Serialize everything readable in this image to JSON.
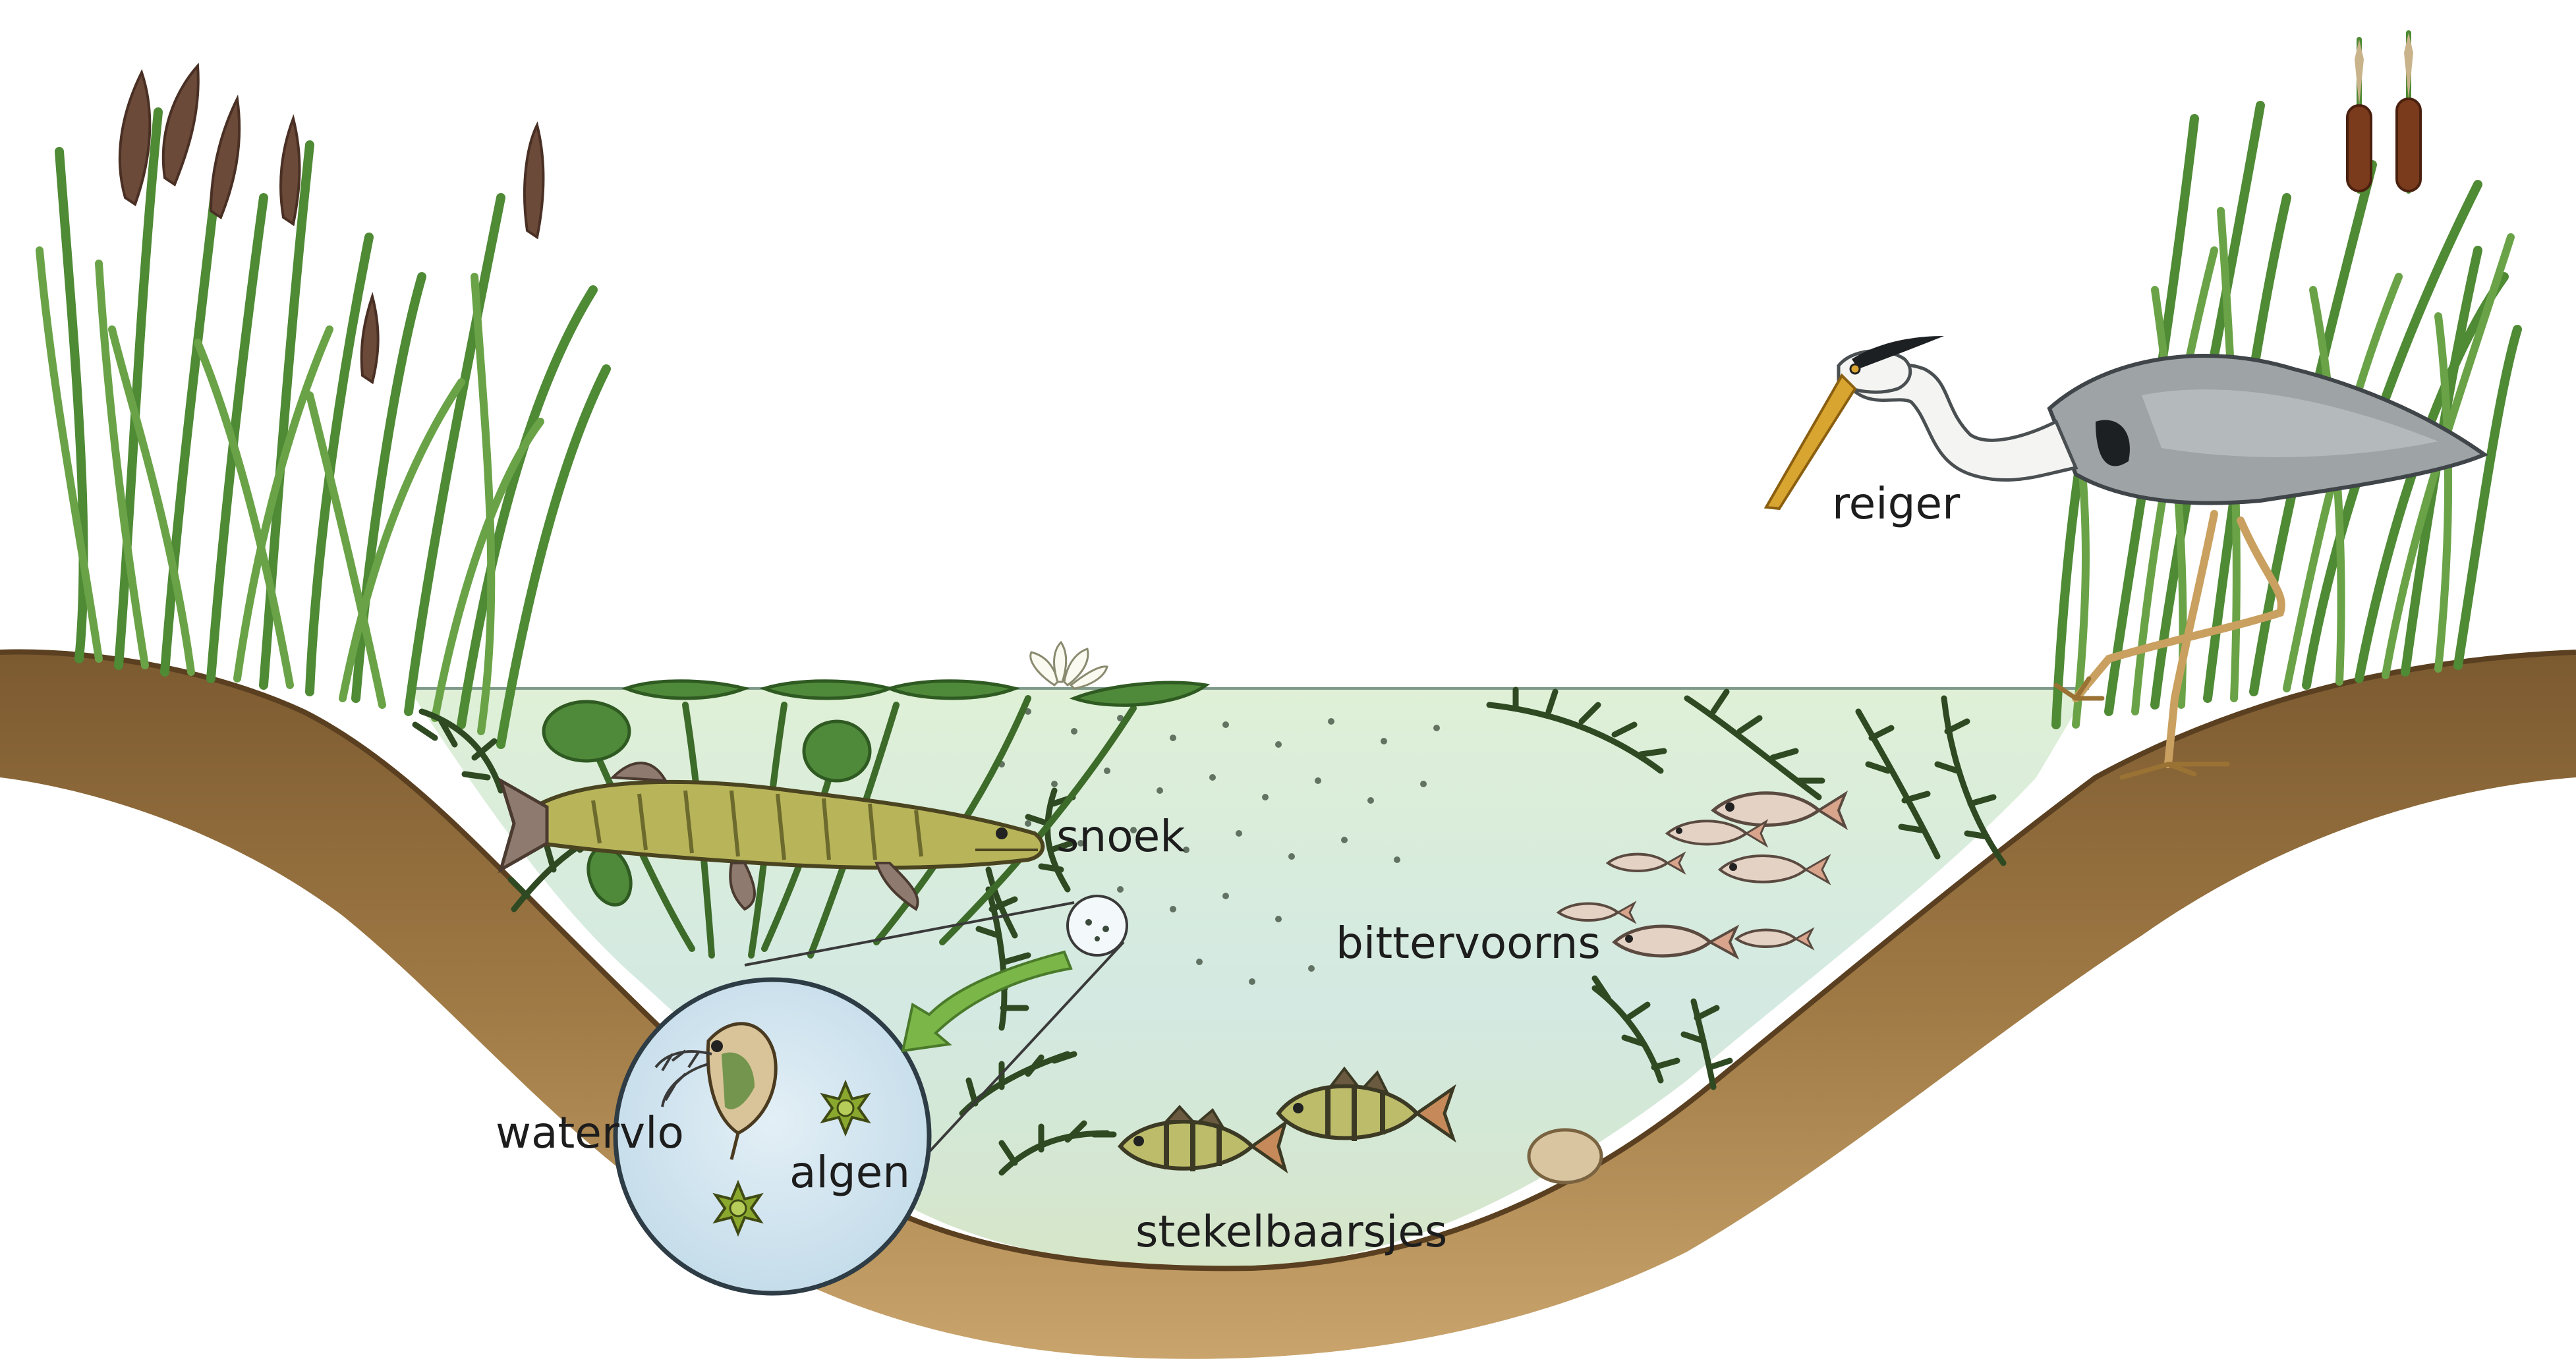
{
  "labels": {
    "reiger": "reiger",
    "snoek": "snoek",
    "bittervoorns": "bittervoorns",
    "watervlo": "watervlo",
    "algen": "algen",
    "stekelbaarsjes": "stekelbaarsjes"
  },
  "colors": {
    "soil": "#8b6a3e",
    "soil_light": "#c19a5c",
    "water": "#d8ecdc",
    "water_deep": "#d6e9ea",
    "reed": "#5d8f3c",
    "reed_dark": "#3f6b29",
    "waterweed": "#2f4a22",
    "lily_pad": "#4f8a3a",
    "arrow": "#7ab648",
    "fish_green": "#a8a94a",
    "fish_dark": "#3c3a24",
    "heron_grey": "#9ea3a6",
    "heron_beak": "#d9a531",
    "cattail": "#7a3a1c",
    "magnifier": "#cfe3ee"
  },
  "icons": {
    "heron": "heron-icon",
    "pike": "pike-icon",
    "bitterling": "bitterling-icon",
    "stickleback": "stickleback-icon",
    "water-flea": "water-flea-icon",
    "algae": "algae-icon",
    "arrow": "green-arrow-icon"
  }
}
